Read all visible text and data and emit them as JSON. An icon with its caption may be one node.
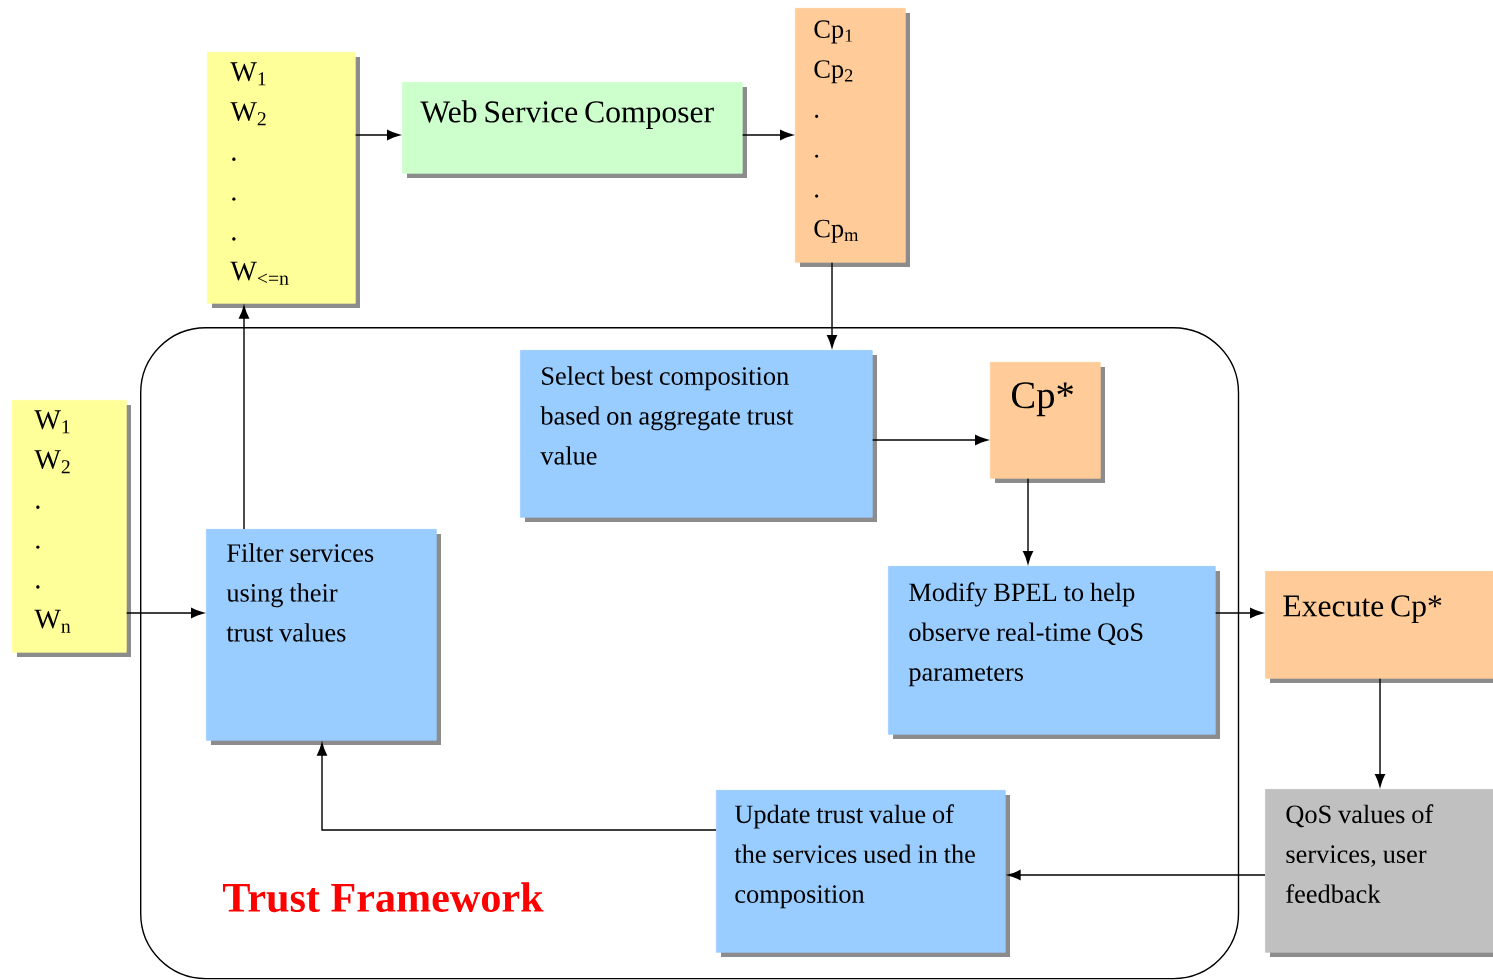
{
  "diagram": {
    "nodes": [
      {
        "text": [
          "Trust Framework"
        ]
      },
      {
        "text": [
          "W$_{1}$",
          "W$_{2}$",
          ".",
          ".",
          ".",
          "W$_{<=n}$"
        ]
      },
      {
        "text": [
          "Web Service Composer"
        ]
      },
      {
        "text": [
          "Cp$_{1}$",
          "Cp$_{2}$",
          ".",
          ".",
          ".",
          "Cp$_{m}$"
        ]
      },
      {
        "text": [
          "W$_{1}$",
          "W$_{2}$",
          ".",
          ".",
          ".",
          "W$_{n}$"
        ]
      },
      {
        "text": [
          "Filter services using their trust values"
        ],
        "in": 0
      },
      {
        "text": [
          "Select best composition based on aggregate trust value"
        ],
        "in": 0
      },
      {
        "text": [
          "Cp*"
        ],
        "in": 0
      },
      {
        "text": [
          "Modify BPEL to help observe real-time QoS parameters"
        ],
        "in": 0
      },
      {
        "text": [
          "Update trust value of the services used in the composition"
        ],
        "in": 0
      },
      {
        "text": [
          "Execute Cp*"
        ]
      },
      {
        "text": [
          "QoS values of services, user feedback"
        ]
      }
    ],
    "edges": [
      {
        "from": 1,
        "to": 2,
        "arrow": "to"
      },
      {
        "from": 2,
        "to": 3,
        "arrow": "to"
      },
      {
        "from": 3,
        "to": 6,
        "arrow": "to"
      },
      {
        "from": 6,
        "to": 7,
        "arrow": "to"
      },
      {
        "from": 7,
        "to": 8,
        "arrow": "to"
      },
      {
        "from": 8,
        "to": 10,
        "arrow": "to"
      },
      {
        "from": 10,
        "to": 11,
        "arrow": "to"
      },
      {
        "from": 11,
        "to": 9,
        "arrow": "to"
      },
      {
        "from": 9,
        "to": 5,
        "arrow": "to"
      },
      {
        "from": 5,
        "to": 1,
        "arrow": "to"
      },
      {
        "from": 4,
        "to": 5,
        "arrow": "to"
      }
    ]
  }
}
